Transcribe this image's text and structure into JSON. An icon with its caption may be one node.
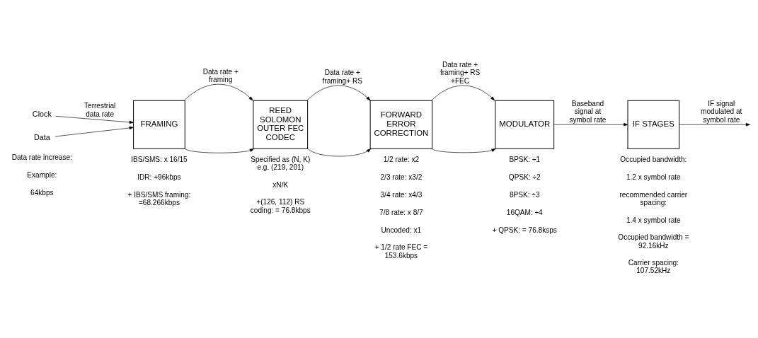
{
  "diagram": {
    "nodes": [
      {
        "text": [
          "Clock"
        ]
      },
      {
        "text": [
          "Data"
        ]
      },
      {
        "text": [
          "FRAMING"
        ]
      },
      {
        "text": [
          "REED SOLOMON OUTER FEC CODEC"
        ]
      },
      {
        "text": [
          "FORWARD ERROR CORRECTION"
        ]
      },
      {
        "text": [
          "MODULATOR"
        ]
      },
      {
        "text": [
          "IF STAGES"
        ]
      }
    ],
    "edges": [
      {
        "from": 0,
        "to": 2,
        "arrow": "to",
        "label": "Terrestrial data rate"
      },
      {
        "from": 1,
        "to": 2,
        "arrow": "to"
      },
      {
        "from": 2,
        "to": 3,
        "arrow": "to",
        "label": "Data rate + framing"
      },
      {
        "from": 2,
        "to": 3,
        "arrow": "to"
      },
      {
        "from": 3,
        "to": 4,
        "arrow": "to",
        "label": "Data rate + framing+ RS"
      },
      {
        "from": 3,
        "to": 4,
        "arrow": "to"
      },
      {
        "from": 4,
        "to": 5,
        "arrow": "to",
        "label": "Data rate + framing+ RS +FEC"
      },
      {
        "from": 4,
        "to": 5,
        "arrow": "to"
      },
      {
        "from": 5,
        "to": 6,
        "arrow": "to",
        "label": "Baseband signal at symbol rate"
      },
      {
        "from": 6,
        "to": null,
        "arrow": "to",
        "label": "IF signal modulated at symbol rate"
      }
    ],
    "labels": [
      "Data rate increase:",
      "IBS/SMS: x 16/15",
      "IDR: +96kbps",
      "Specified as (N, K) e.g. (219, 201)",
      "xN/K",
      "1/2 rate: x2",
      "2/3 rate: x3/2",
      "3/4 rate: x4/3",
      "7/8 rate: x 8/7",
      "Uncoded: x1",
      "BPSK: ÷1",
      "QPSK: ÷2",
      "8PSK: ÷3",
      "16QAM: ÷4",
      "Occupied bandwidth:",
      "1.2 x symbol rate",
      "recommended carrier spacing:",
      "1.4 x symbol rate",
      "Example:",
      "64kbps",
      "+ IBS/SMS framing: =68.266kbps",
      "+(126, 112) RS coding: = 76.8kbps",
      "+ 1/2 rate FEC = 153.6kbps",
      "+ QPSK: = 76.8ksps",
      "Occupied bandwidth = 92.16kHz",
      "Carrier spacing: 107.52kHz"
    ]
  }
}
